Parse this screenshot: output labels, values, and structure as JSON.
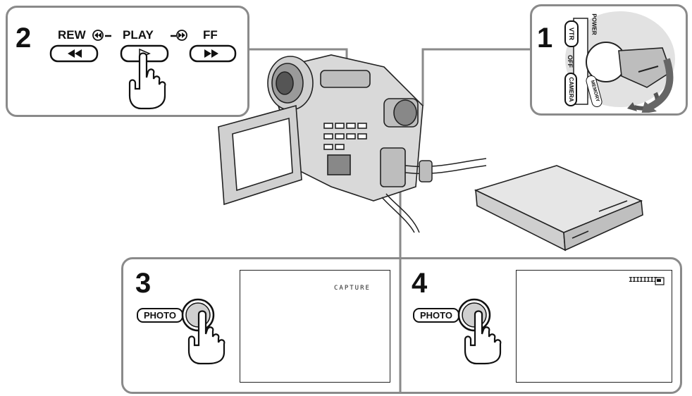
{
  "steps": [
    {
      "number": "1"
    },
    {
      "number": "2"
    },
    {
      "number": "3"
    },
    {
      "number": "4"
    }
  ],
  "power_switch": {
    "vtr": "VTR",
    "off": "OFF",
    "power": "POWER",
    "camera": "CAMERA",
    "memory": "MEMORY"
  },
  "transport": {
    "rew": "REW",
    "play": "PLAY",
    "ff": "FF",
    "rew_icon": "rewind-icon",
    "play_icon": "play-icon",
    "ff_icon": "fast-forward-icon"
  },
  "photo_button": "PHOTO",
  "screen3": {
    "caption": "CAPTURE"
  },
  "screen4": {
    "indicator": "IIIIIIII"
  }
}
